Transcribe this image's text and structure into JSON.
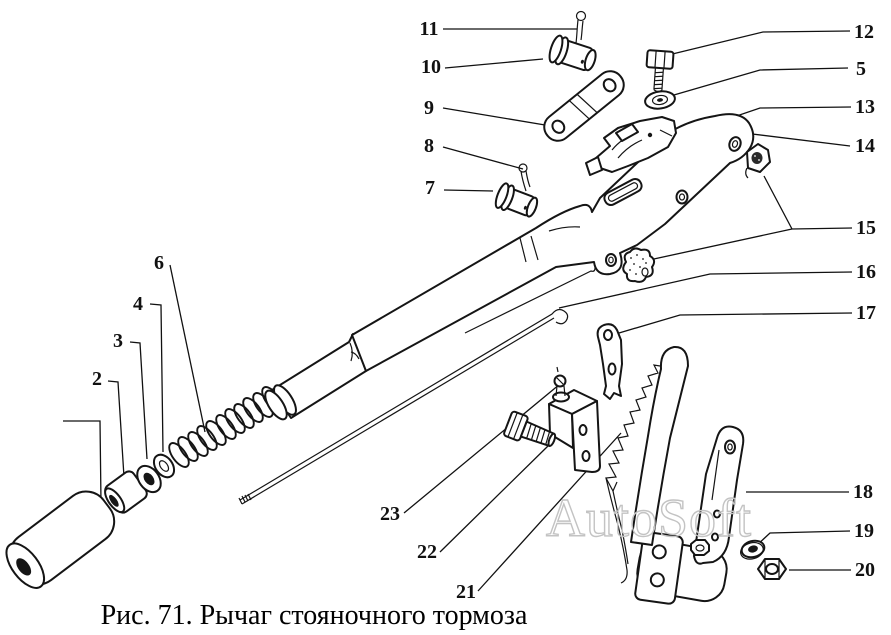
{
  "figure": {
    "caption": "Рис. 71. Рычаг стояночного тормоза",
    "watermark": "AutoSoft",
    "line_color": "#111111",
    "watermark_color": "#c3c3c3"
  },
  "callouts": [
    {
      "label": "11"
    },
    {
      "label": "10"
    },
    {
      "label": "9"
    },
    {
      "label": "8"
    },
    {
      "label": "7"
    },
    {
      "label": "6"
    },
    {
      "label": "4"
    },
    {
      "label": "3"
    },
    {
      "label": "2"
    },
    {
      "label": "12"
    },
    {
      "label": "5"
    },
    {
      "label": "13"
    },
    {
      "label": "14"
    },
    {
      "label": "15"
    },
    {
      "label": "16"
    },
    {
      "label": "17"
    },
    {
      "label": "18"
    },
    {
      "label": "19"
    },
    {
      "label": "20"
    },
    {
      "label": "23"
    },
    {
      "label": "22"
    },
    {
      "label": "21"
    }
  ]
}
